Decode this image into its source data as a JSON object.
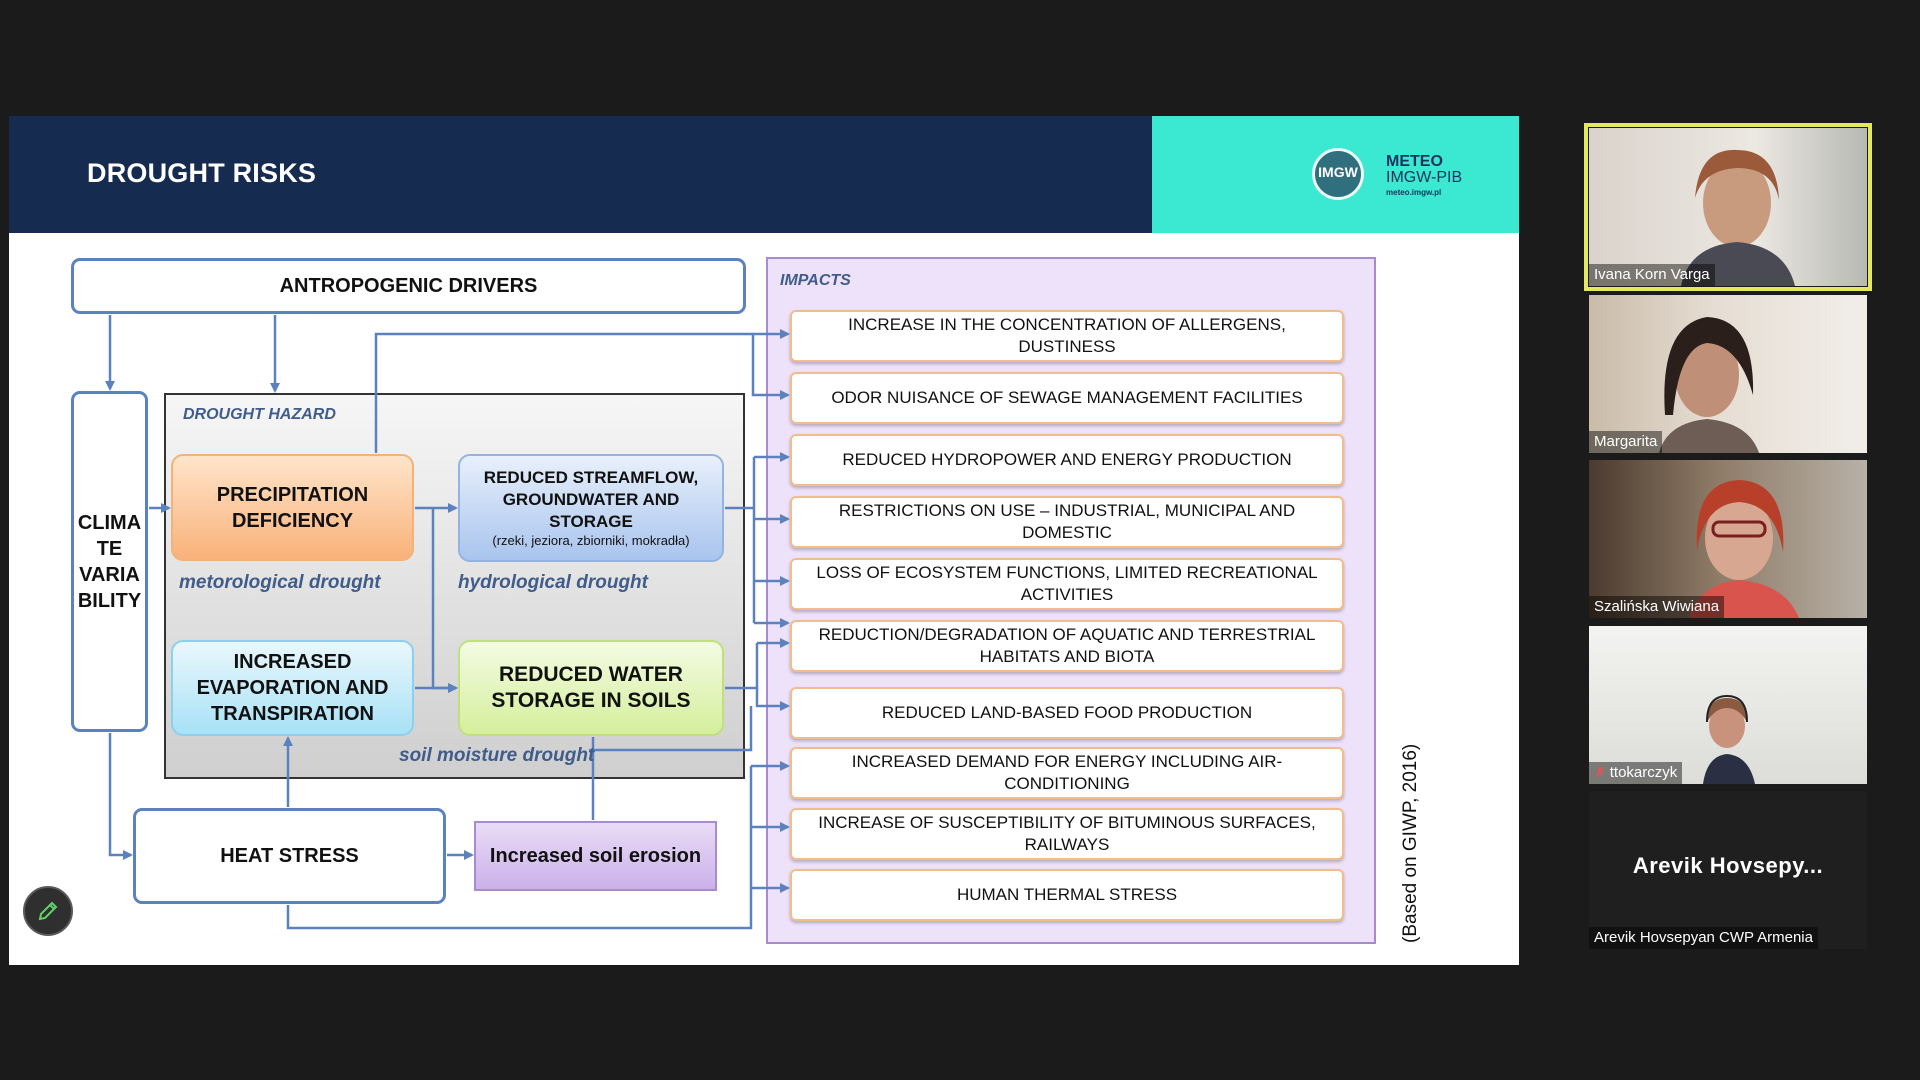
{
  "slide": {
    "title": "DROUGHT RISKS",
    "logo": {
      "badge": "IMGW",
      "name": "METEO",
      "subtitle": "IMGW-PIB",
      "url": "meteo.imgw.pl"
    },
    "antropogenic_drivers": "ANTROPOGENIC DRIVERS",
    "climate_variability": [
      "CLIMA",
      "TE",
      "VARIA",
      "BILITY"
    ],
    "drought_hazard_label": "DROUGHT HAZARD",
    "precipitation": [
      "PRECIPITATION",
      "DEFICIENCY"
    ],
    "streamflow": [
      "REDUCED STREAMFLOW,",
      "GROUNDWATER AND",
      "STORAGE"
    ],
    "streamflow_sub": "(rzeki, jeziora, zbiorniki, mokradła)",
    "evaporation": [
      "INCREASED",
      "EVAPORATION AND",
      "TRANSPIRATION"
    ],
    "soil_water": [
      "REDUCED WATER",
      "STORAGE IN SOILS"
    ],
    "meteorological_label": "metorological drought",
    "hydrological_label": "hydrological drought",
    "soil_moisture_label": "soil moisture drought",
    "heat_stress": "HEAT STRESS",
    "soil_erosion": "Increased soil erosion",
    "impacts_label": "IMPACTS",
    "impacts": [
      "INCREASE IN THE CONCENTRATION OF ALLERGENS, DUSTINESS",
      "ODOR NUISANCE OF SEWAGE MANAGEMENT FACILITIES",
      "REDUCED HYDROPOWER AND ENERGY PRODUCTION",
      "RESTRICTIONS ON USE – INDUSTRIAL, MUNICIPAL AND DOMESTIC",
      "LOSS OF ECOSYSTEM FUNCTIONS, LIMITED RECREATIONAL ACTIVITIES",
      "REDUCTION/DEGRADATION OF AQUATIC AND TERRESTRIAL HABITATS AND BIOTA",
      "REDUCED LAND-BASED FOOD PRODUCTION",
      "INCREASED DEMAND FOR ENERGY INCLUDING AIR-CONDITIONING",
      "INCREASE OF SUSCEPTIBILITY OF BITUMINOUS SURFACES, RAILWAYS",
      "HUMAN THERMAL STRESS"
    ],
    "source_note": "(Based on GIWP, 2016)"
  },
  "participants": [
    {
      "name": "Ivana Korn Varga",
      "active_speaker": true,
      "muted": false
    },
    {
      "name": "Margarita",
      "active_speaker": false,
      "muted": false
    },
    {
      "name": "Szalińska Wiwiana",
      "active_speaker": false,
      "muted": false
    },
    {
      "name": "ttokarczyk",
      "active_speaker": false,
      "muted": true
    },
    {
      "name": "Arevik Hovsepyan CWP Armenia",
      "display_initials": "Arevik  Hovsepy...",
      "active_speaker": false,
      "muted": false
    }
  ],
  "icons": {
    "annotate": "pen-icon",
    "mute": "mic-muted-icon"
  },
  "colors": {
    "header": "#152b4f",
    "logo_panel": "#3be8d2",
    "active_speaker_border": "#e3e95a"
  }
}
